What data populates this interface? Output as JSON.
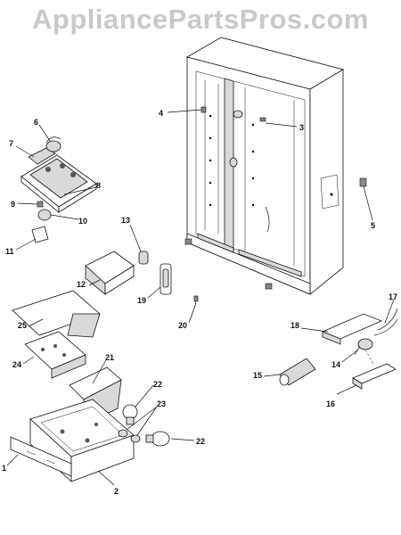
{
  "watermark": "AppliancePartsPros.com",
  "callouts": {
    "c1": "1",
    "c2": "2",
    "c3": "3",
    "c4": "4",
    "c5": "5",
    "c6": "6",
    "c7": "7",
    "c8": "8",
    "c9": "9",
    "c10": "10",
    "c11": "11",
    "c12": "12",
    "c13": "13",
    "c14": "14",
    "c15": "15",
    "c16": "16",
    "c17": "17",
    "c18": "18",
    "c19": "19",
    "c20": "20",
    "c21": "21",
    "c22a": "22",
    "c22b": "22",
    "c23": "23",
    "c24": "24",
    "c25": "25"
  }
}
